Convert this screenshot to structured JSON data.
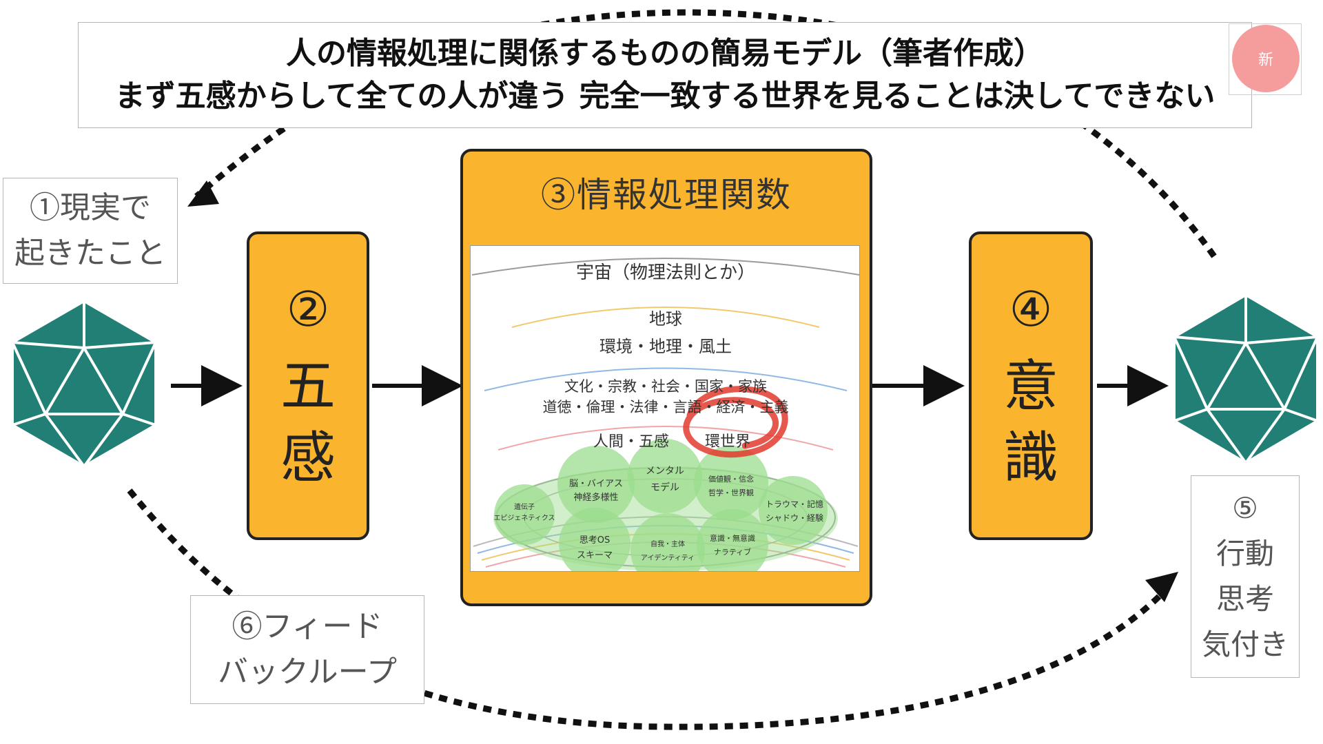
{
  "title": {
    "line1": "人の情報処理に関係するものの簡易モデル（筆者作成）",
    "line2": "まず五感からして全ての人が違う 完全一致する世界を見ることは決してできない"
  },
  "badge": {
    "label": "新",
    "color": "#f59d9d"
  },
  "nodes": {
    "reality": {
      "line1": "①現実で",
      "line2": "起きたこと"
    },
    "senses": {
      "number": "②",
      "line1": "五",
      "line2": "感"
    },
    "function": {
      "title": "③情報処理関数"
    },
    "consciousness": {
      "number": "④",
      "line1": "意",
      "line2": "識"
    },
    "action": {
      "number": "⑤",
      "line1": "行動",
      "line2": "思考",
      "line3": "気付き"
    },
    "feedback": {
      "line1": "⑥フィード",
      "line2": "バックループ"
    }
  },
  "layers": {
    "universe": "宇宙（物理法則とか）",
    "earth": "地球",
    "environment": "環境・地理・風土",
    "culture1": "文化・宗教・社会・国家・家族",
    "culture2": "道徳・倫理・法律・言語・経済・主義",
    "human": "人間・五感",
    "umwelt": "環世界"
  },
  "bubbles": {
    "genes1": "遺伝子",
    "genes2": "エピジェネティクス",
    "brain1": "脳・バイアス",
    "brain2": "神経多様性",
    "mental1": "メンタル",
    "mental2": "モデル",
    "values1": "価値観・信念",
    "values2": "哲学・世界観",
    "trauma1": "トラウマ・記憶",
    "trauma2": "シャドウ・経験",
    "thinking1": "思考OS",
    "thinking2": "スキーマ",
    "self1": "自我・主体",
    "self2": "アイデンティティ",
    "conscious1": "意識・無意識",
    "conscious2": "ナラティブ"
  },
  "colors": {
    "orange": "#fbb42d",
    "teal": "#217f76",
    "bubble": "#9bdc8d",
    "red_scribble": "#e23b2e"
  },
  "icons": {
    "left_die": "icosahedron-icon",
    "right_die": "icosahedron-icon"
  }
}
